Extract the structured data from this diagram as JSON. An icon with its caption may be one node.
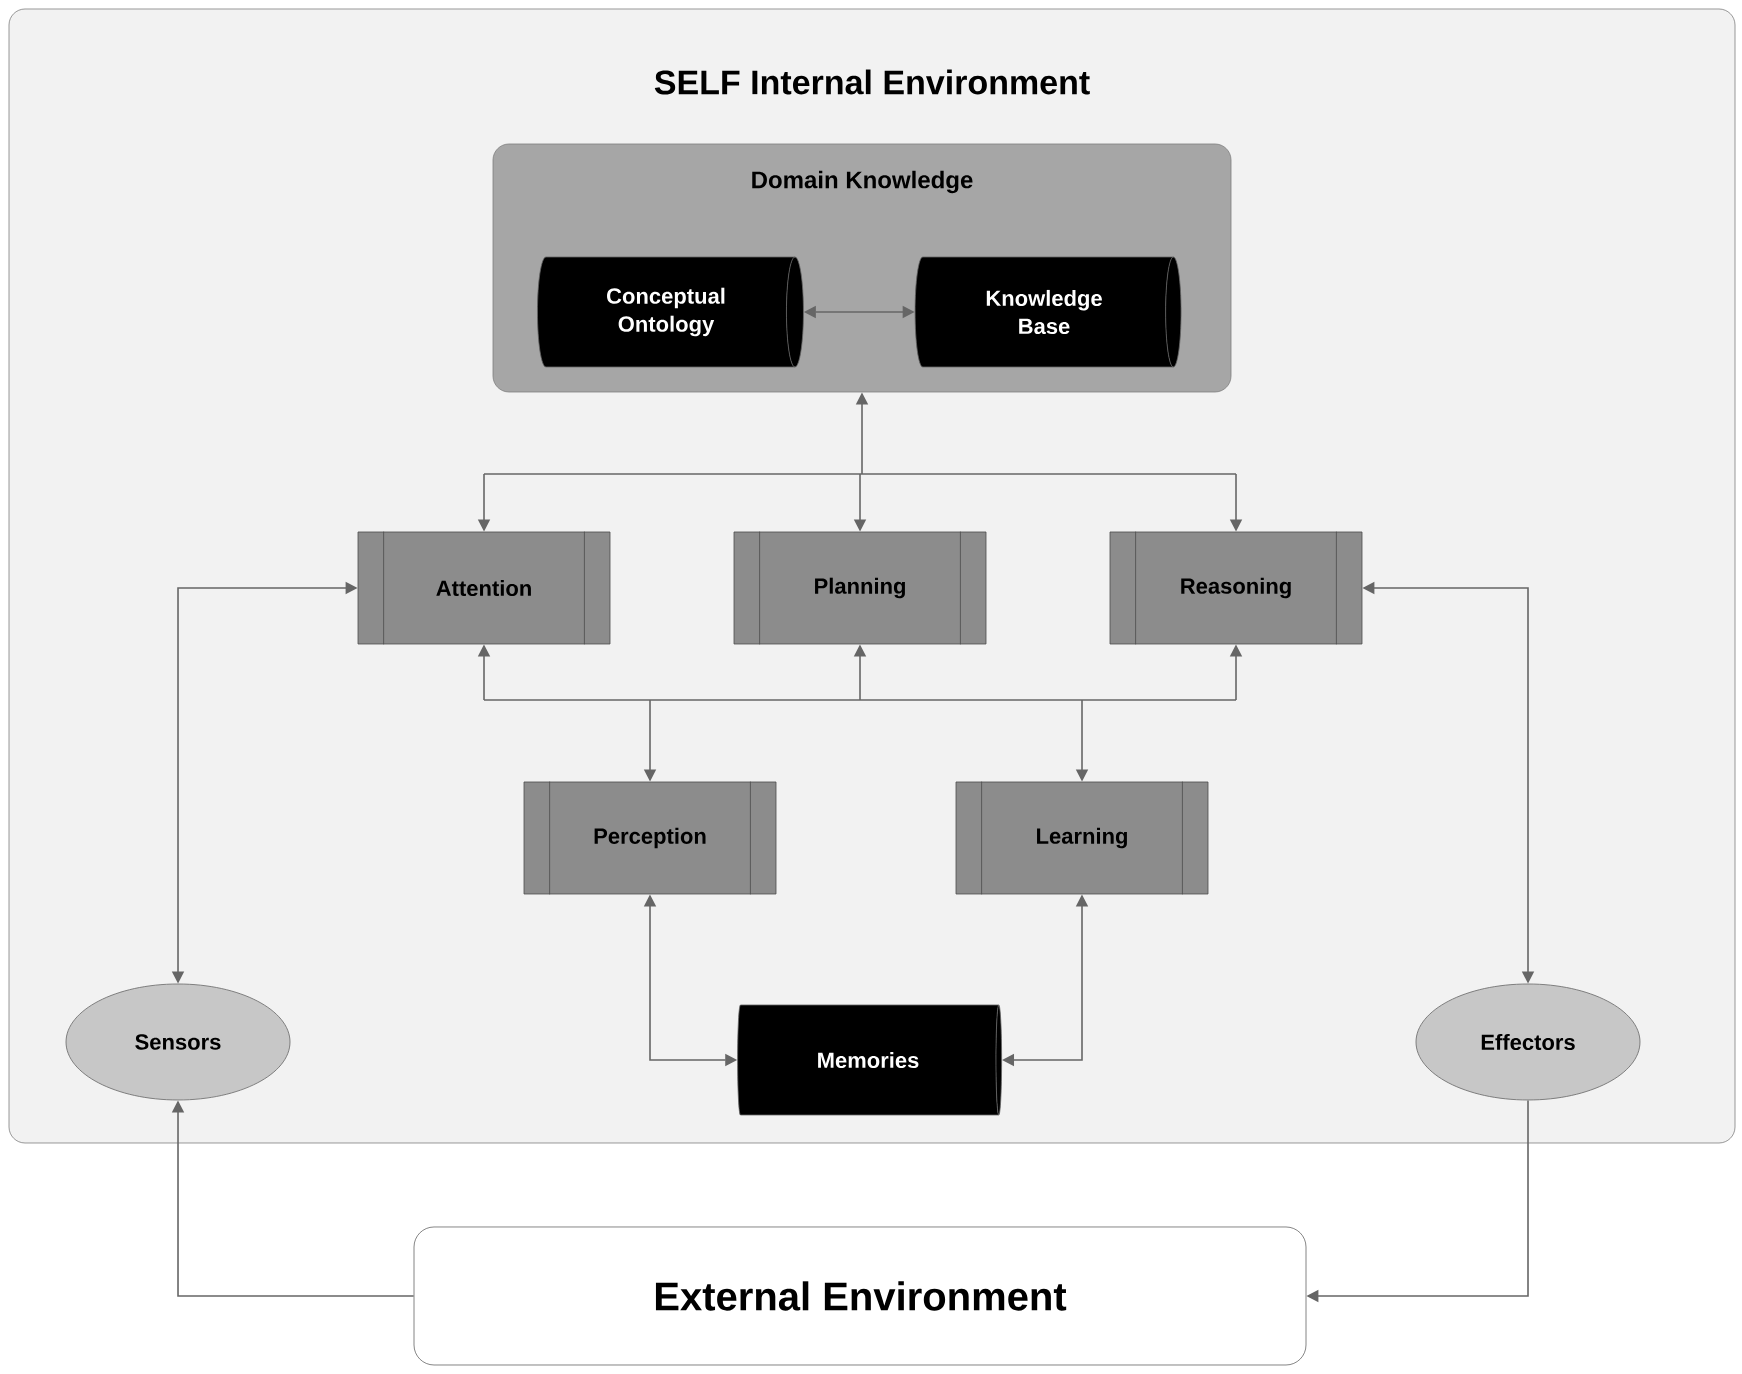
{
  "diagram": {
    "nodes": [
      {
        "text": [
          "SELF Internal Environment"
        ]
      },
      {
        "text": [
          "Domain Knowledge"
        ],
        "in": 0
      },
      {
        "text": [
          "Conceptual Ontology"
        ],
        "in": 1
      },
      {
        "text": [
          "Knowledge Base"
        ],
        "in": 1
      },
      {
        "text": [
          "Attention"
        ],
        "in": 0
      },
      {
        "text": [
          "Planning"
        ],
        "in": 0
      },
      {
        "text": [
          "Reasoning"
        ],
        "in": 0
      },
      {
        "text": [
          "Perception"
        ],
        "in": 0
      },
      {
        "text": [
          "Learning"
        ],
        "in": 0
      },
      {
        "text": [
          "Sensors"
        ],
        "in": 0
      },
      {
        "text": [
          "Memories"
        ],
        "in": 0
      },
      {
        "text": [
          "Effectors"
        ],
        "in": 0
      },
      {
        "text": [
          "External Environment"
        ]
      }
    ],
    "edges": [
      {
        "from": 2,
        "to": 3,
        "arrow": "both"
      },
      {
        "from": 1,
        "to": 4,
        "arrow": "both"
      },
      {
        "from": 1,
        "to": 5,
        "arrow": "both"
      },
      {
        "from": 1,
        "to": 6,
        "arrow": "both"
      },
      {
        "from": 7,
        "to": 4,
        "arrow": "both"
      },
      {
        "from": 7,
        "to": 5,
        "arrow": "both"
      },
      {
        "from": 7,
        "to": 6,
        "arrow": "both"
      },
      {
        "from": 8,
        "to": 4,
        "arrow": "both"
      },
      {
        "from": 8,
        "to": 5,
        "arrow": "both"
      },
      {
        "from": 8,
        "to": 6,
        "arrow": "both"
      },
      {
        "from": 9,
        "to": 4,
        "arrow": "both"
      },
      {
        "from": 6,
        "to": 11,
        "arrow": "both"
      },
      {
        "from": 7,
        "to": 10,
        "arrow": "both"
      },
      {
        "from": 8,
        "to": 10,
        "arrow": "both"
      },
      {
        "from": 12,
        "to": 9,
        "arrow": "to"
      },
      {
        "from": 11,
        "to": 12,
        "arrow": "to"
      }
    ]
  }
}
